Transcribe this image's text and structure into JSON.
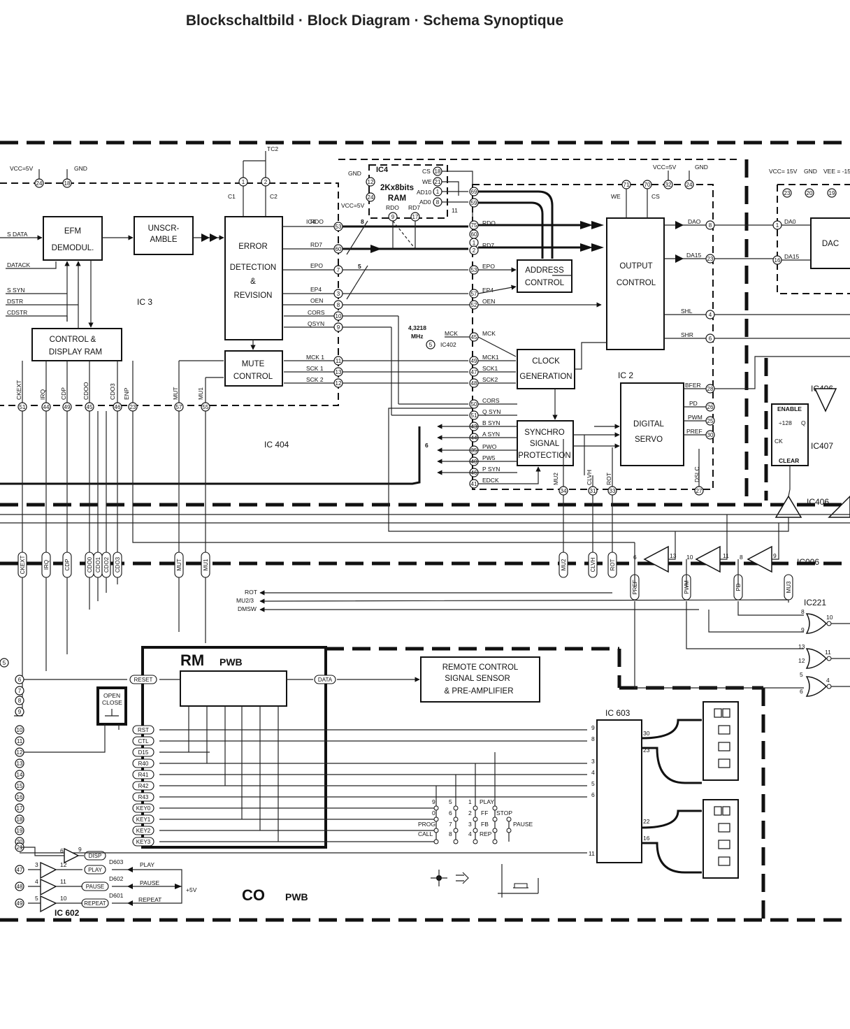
{
  "header": {
    "title": "Blockschaltbild · Block Diagram · Schema Synoptique"
  },
  "blocks": {
    "efm": [
      "EFM",
      "DEMODUL."
    ],
    "unscramble": [
      "UNSCR-",
      "AMBLE"
    ],
    "error": [
      "ERROR",
      "DETECTION",
      "&",
      "REVISION"
    ],
    "control_ram": [
      "CONTROL  &",
      "DISPLAY  RAM"
    ],
    "mute": [
      "MUTE",
      "CONTROL"
    ],
    "ram": [
      "2Kx8bits",
      "RAM"
    ],
    "address": [
      "ADDRESS",
      "CONTROL"
    ],
    "output": [
      "OUTPUT",
      "CONTROL"
    ],
    "clock": [
      "CLOCK",
      "GENERATION"
    ],
    "synchro": [
      "SYNCHRO",
      "SIGNAL",
      "PROTECTION"
    ],
    "servo": [
      "DIGITAL",
      "SERVO"
    ],
    "dac": [
      "DAC"
    ],
    "remote": [
      "REMOTE  CONTROL",
      "SIGNAL  SENSOR",
      "& PRE-AMPLIFIER"
    ],
    "counter": [
      "ENABLE",
      "÷128",
      "CK",
      "CLEAR",
      "Q"
    ],
    "open_close": [
      "OPEN",
      "CLOSE"
    ]
  },
  "ic_labels": {
    "ic3": "IC 3",
    "ic404": "IC 404",
    "ic4": "IC4",
    "ic2": "IC 2",
    "ic402": "IC402",
    "ic406a": "IC406",
    "ic406b": "IC406",
    "ic407": "IC407",
    "ic006": "IC006",
    "ic221": "IC221",
    "ic603": "IC 603",
    "ic602": "IC 602",
    "ic4_side": "IC4"
  },
  "pwb": {
    "rm": "RM",
    "rm_sub": "PWB",
    "co": "CO",
    "co_sub": "PWB"
  },
  "power": {
    "vcc1": "VCC=5V",
    "gnd1": "GND",
    "tc2": "TC2",
    "c1": "C1",
    "c2": "C2",
    "gnd_ram": "GND",
    "vcc_ram": "VCC=5V",
    "vcc2": "VCC=5V",
    "gnd2": "GND",
    "vcc15": "VCC=  15V",
    "gnd3": "GND",
    "vee": "VEE = -15",
    "we": "WE",
    "cs": "CS",
    "we_pin": "WE",
    "cs_pin": "CS",
    "ad10": "AD10",
    "ad0": "AD0",
    "rdo": "RDO",
    "rd7": "RD7",
    "bus11": "11",
    "mhz": "4,3218",
    "mhz2": "MHz",
    "plus5": "+5V",
    "bus8": "8",
    "bus5": "5",
    "bus6": "6"
  },
  "signals": {
    "sdata": "S DATA",
    "datack": "DATACK",
    "ssyn": "S SYN",
    "dstr": "DSTR",
    "cdstr": "CDSTR",
    "rdo": "RDO",
    "rd7": "RD7",
    "ep0": "EPO",
    "ep4": "EP4",
    "oen": "OEN",
    "cors": "CORS",
    "qsyn": "QSYN",
    "mck1": "MCK 1",
    "sck1": "SCK 1",
    "sck2": "SCK 2",
    "r_rdo": "RDO",
    "r_rd7": "RD7",
    "r_ep0": "EPO",
    "r_ep4": "EP4",
    "r_oen": "OEN",
    "r_mck": "MCK",
    "r_mck1": "MCK1",
    "r_sck1": "SCK1",
    "r_sck2": "SCK2",
    "r_cors": "CORS",
    "r_qsyn": "Q SYN",
    "bsyn": "B SYN",
    "asyn": "A SYN",
    "pw0": "PWO",
    "pw5": "PW5",
    "psyn": "P SYN",
    "edck": "EDCK",
    "mck_ic402": "MCK",
    "dao": "DAO",
    "da15": "DA15",
    "shl": "SHL",
    "shr": "SHR",
    "bfer": "BFER",
    "pd": "PD",
    "pwm": "PWM",
    "pref": "PREF",
    "dac_dao": "DA0",
    "dac_da15": "DA15",
    "ckext": "CKEXT",
    "irq": "IRQ",
    "cdp": "CDP",
    "cdoo": "CDOO",
    "cdo3": "CDO3",
    "enp": "ENP",
    "mut": "MUT",
    "mu1": "MU1",
    "mu2": "MU2",
    "clvh": "CLVH",
    "rot": "ROT",
    "dslc": "DSLC",
    "rot_in": "ROT",
    "mu23": "MU2/3",
    "dmsw": "DMSW"
  },
  "connectors": [
    "CKEXT",
    "IRQ",
    "CDP",
    "CDO0",
    "CDO1",
    "CDO2",
    "CDO3",
    "MUT",
    "MU1",
    "MU2",
    "CLVH",
    "ROT",
    "PREF",
    "PWM",
    "PD",
    "MU3"
  ],
  "left_connectors": [
    "RESET",
    "RST",
    "CTL",
    "D15",
    "R40",
    "R41",
    "R42",
    "R43",
    "KEY0",
    "KEY1",
    "KEY2",
    "KEY3",
    "DISP",
    "PLAY",
    "PAUSE",
    "REPEAT",
    "DATA"
  ],
  "keys": {
    "k9": "9",
    "k5": "5",
    "k1": "1",
    "play": "PLAY",
    "k0": "0",
    "k6": "6",
    "k2": "2",
    "ff": "FF",
    "stop": "STOP",
    "prog": "PROG",
    "k7": "7",
    "k3": "3",
    "fb": "FB",
    "pause": "PAUSE",
    "call": "CALL",
    "k8": "8",
    "k4": "4",
    "rep": "REP"
  },
  "leds": {
    "d603": "D603",
    "d602": "D602",
    "d601": "D601",
    "play": "PLAY",
    "pause": "PAUSE",
    "repeat": "REPEAT"
  },
  "ic603_pins": {
    "p9": "9",
    "p8": "8",
    "p3": "3",
    "p4": "4",
    "p5": "5",
    "p6": "6",
    "p11": "11",
    "p30": "30",
    "p23": "23",
    "p22": "22",
    "p16": "16"
  }
}
